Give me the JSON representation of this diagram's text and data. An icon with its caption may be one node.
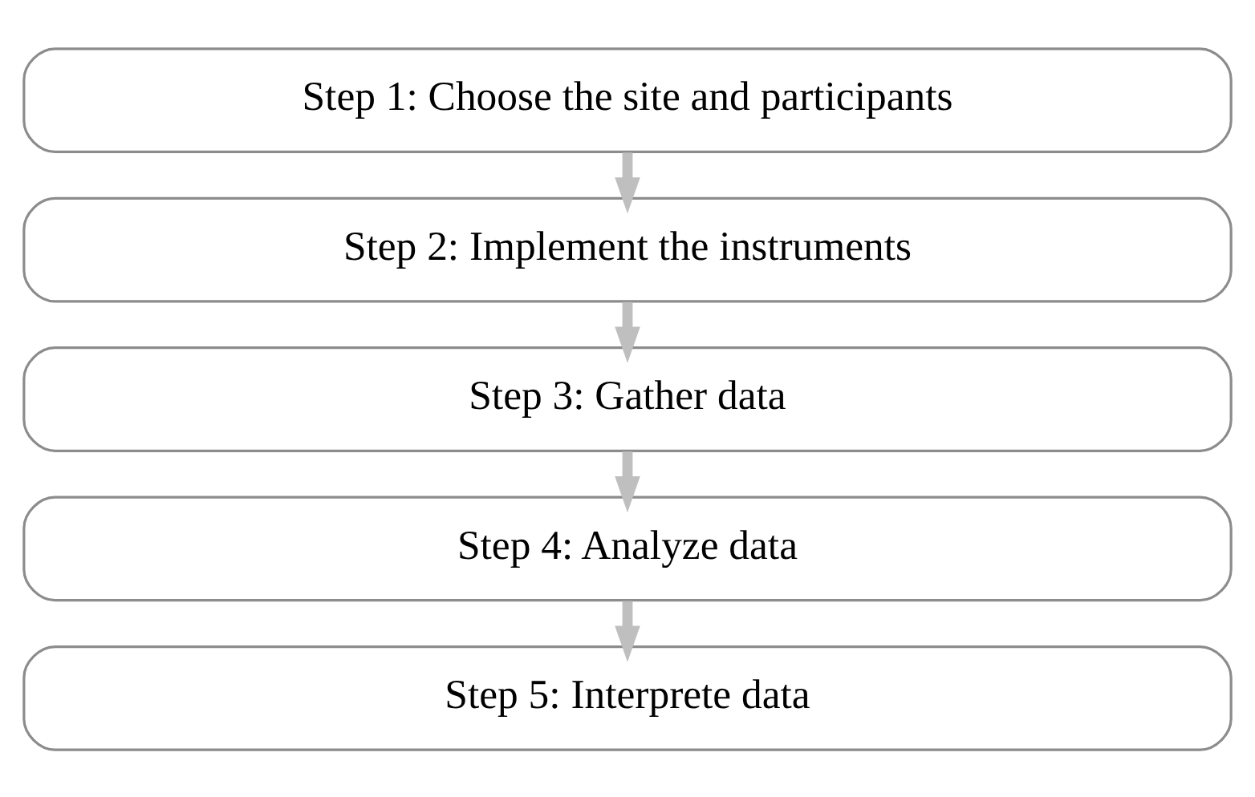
{
  "diagram": {
    "nodes": [
      {
        "text": [
          "Step 1: Choose the site and participants"
        ]
      },
      {
        "text": [
          "Step 2: Implement the instruments"
        ]
      },
      {
        "text": [
          "Step 3: Gather data"
        ]
      },
      {
        "text": [
          "Step 4: Analyze data"
        ]
      },
      {
        "text": [
          "Step 5: Interprete data"
        ]
      }
    ],
    "edges": [
      {
        "from": 0,
        "to": 1,
        "arrow": "to"
      },
      {
        "from": 1,
        "to": 2,
        "arrow": "to"
      },
      {
        "from": 2,
        "to": 3,
        "arrow": "to"
      },
      {
        "from": 3,
        "to": 4,
        "arrow": "to"
      }
    ]
  }
}
